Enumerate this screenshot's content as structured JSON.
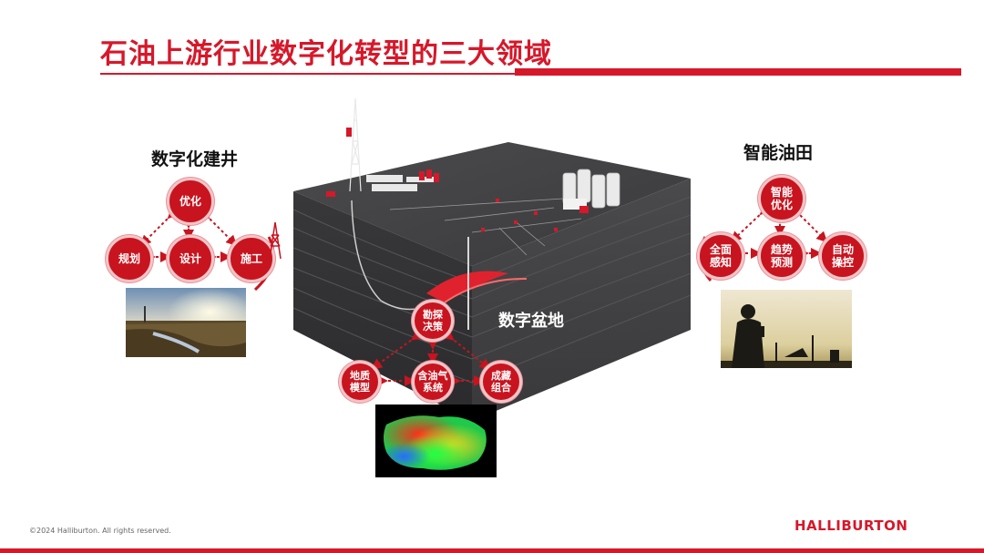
{
  "title": "石油上游行业数字化转型的三大领域",
  "left": {
    "heading": "数字化建井",
    "nodes": {
      "top": "优化",
      "left": "规划",
      "mid": "设计",
      "right": "施工"
    }
  },
  "right": {
    "heading": "智能油田",
    "nodes": {
      "top": "智能\n优化",
      "left": "全面\n感知",
      "mid": "趋势\n预测",
      "right": "自动\n操控"
    }
  },
  "center": {
    "label": "数字盆地",
    "nodes": {
      "top": "勘探\n决策",
      "left": "地质\n模型",
      "mid": "含油气\n系统",
      "right": "成藏\n组合"
    }
  },
  "footer": {
    "copyright": "©2024 Halliburton. All rights reserved.",
    "logo": "HALLIBURTON"
  },
  "colors": {
    "accent": "#d6182a",
    "node": "#c8141f",
    "block": "#3b3b3d"
  }
}
